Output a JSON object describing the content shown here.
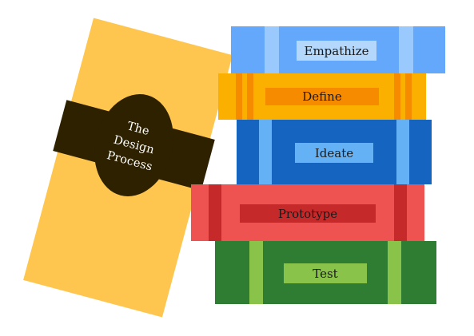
{
  "colors": {
    "lean_cover": "#fec64f",
    "lean_band": "#2d2100",
    "lean_title": "#ffffff",
    "empathize": {
      "cover": "#64a8fb",
      "stripe": "#99c9fd",
      "plate": "#b3d8fc"
    },
    "define": {
      "cover": "#fbb000",
      "stripe": "#f68b00",
      "plate": "#f68b00"
    },
    "ideate": {
      "cover": "#1565c0",
      "stripe": "#64b2f5",
      "plate": "#64b2f5"
    },
    "prototype": {
      "cover": "#ee5351",
      "stripe": "#c62929",
      "plate": "#c62929"
    },
    "test": {
      "cover": "#2f7d33",
      "stripe": "#8ac34a",
      "plate": "#8ac34a"
    }
  },
  "lean_book": {
    "title": "The\nDesign\nProcess"
  },
  "books": [
    {
      "key": "empathize",
      "label": "Empathize"
    },
    {
      "key": "define",
      "label": "Define"
    },
    {
      "key": "ideate",
      "label": "Ideate"
    },
    {
      "key": "prototype",
      "label": "Prototype"
    },
    {
      "key": "test",
      "label": "Test"
    }
  ]
}
